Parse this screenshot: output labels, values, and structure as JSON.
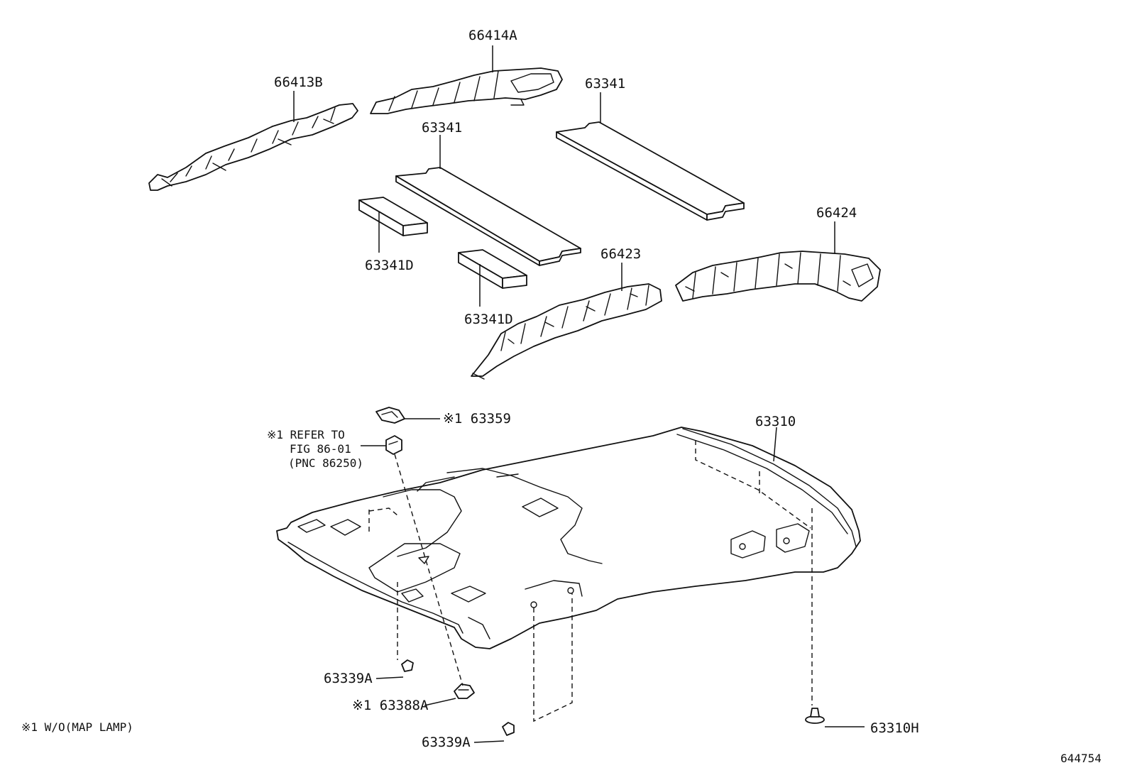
{
  "labels": {
    "p66414a": "66414A",
    "p66413b": "66413B",
    "p63341_a": "63341",
    "p63341_b": "63341",
    "p63341d_a": "63341D",
    "p63341d_b": "63341D",
    "p66423": "66423",
    "p66424": "66424",
    "p63359": "※1 63359",
    "p63310": "63310",
    "p63339a_a": "63339A",
    "p63388a": "※1 63388A",
    "p63339a_b": "63339A",
    "p63310h": "63310H"
  },
  "refer_note": {
    "line1": "※1 REFER TO",
    "line2": "FIG 86-01",
    "line3": "(PNC 86250)"
  },
  "footnote": "※1 W/O(MAP LAMP)",
  "diagram_id": "644754"
}
